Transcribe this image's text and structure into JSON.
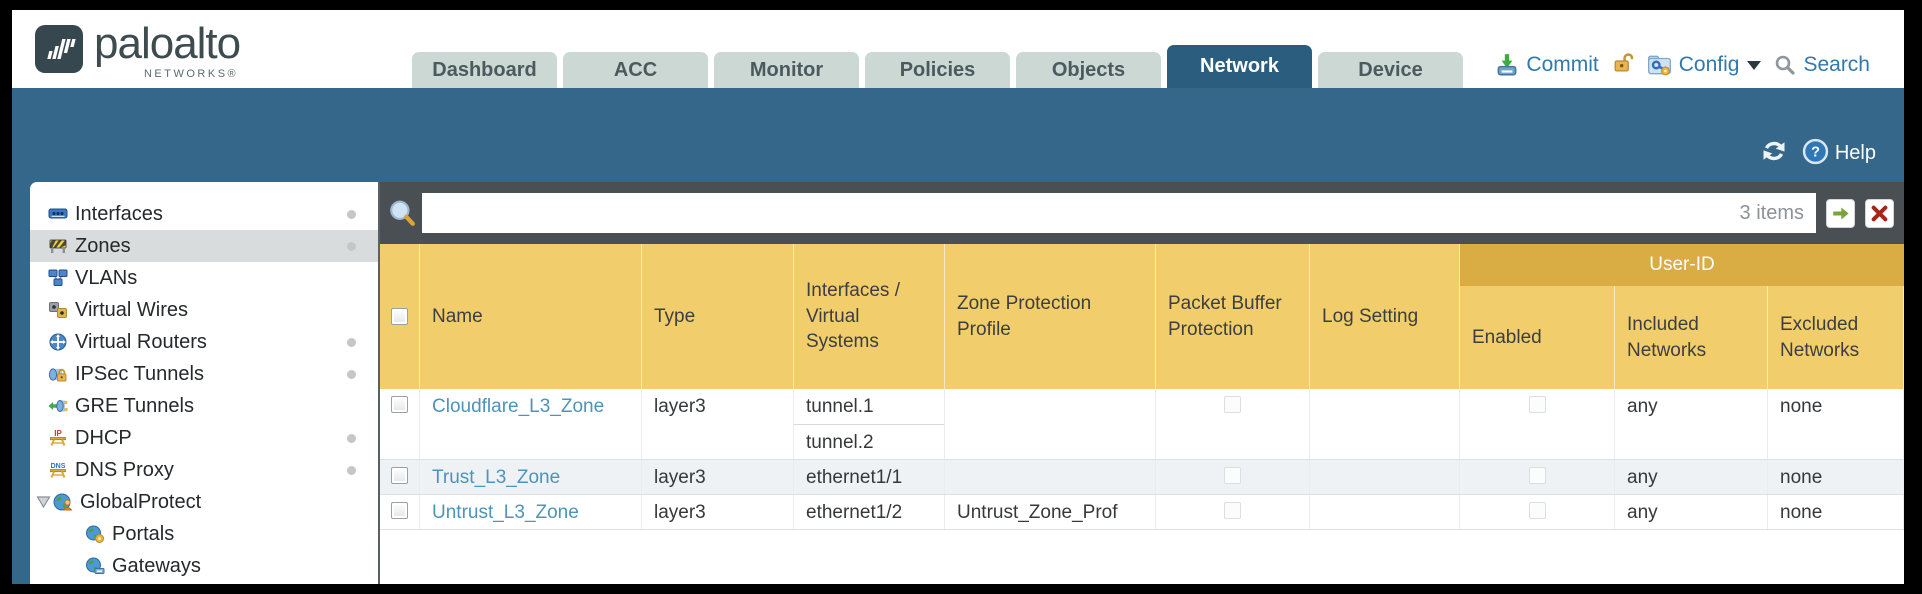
{
  "brand": {
    "name": "paloalto",
    "sub": "NETWORKS®"
  },
  "tabs": [
    {
      "label": "Dashboard"
    },
    {
      "label": "ACC"
    },
    {
      "label": "Monitor"
    },
    {
      "label": "Policies"
    },
    {
      "label": "Objects"
    },
    {
      "label": "Network",
      "active": true
    },
    {
      "label": "Device"
    }
  ],
  "header_actions": {
    "commit": "Commit",
    "config": "Config",
    "search": "Search"
  },
  "band": {
    "help": "Help"
  },
  "filter": {
    "value": "",
    "items_count": "3 items"
  },
  "sidebar": {
    "items": [
      {
        "label": "Interfaces",
        "icon": "interfaces-icon",
        "dot": true
      },
      {
        "label": "Zones",
        "icon": "zones-icon",
        "dot": true,
        "selected": true
      },
      {
        "label": "VLANs",
        "icon": "vlans-icon"
      },
      {
        "label": "Virtual Wires",
        "icon": "virtual-wires-icon"
      },
      {
        "label": "Virtual Routers",
        "icon": "virtual-routers-icon",
        "dot": true
      },
      {
        "label": "IPSec Tunnels",
        "icon": "ipsec-tunnels-icon",
        "dot": true
      },
      {
        "label": "GRE Tunnels",
        "icon": "gre-tunnels-icon"
      },
      {
        "label": "DHCP",
        "icon": "dhcp-icon",
        "dot": true
      },
      {
        "label": "DNS Proxy",
        "icon": "dns-proxy-icon",
        "dot": true
      },
      {
        "label": "GlobalProtect",
        "icon": "globalprotect-icon",
        "expanded": true
      },
      {
        "label": "Portals",
        "icon": "portals-icon",
        "indent": true
      },
      {
        "label": "Gateways",
        "icon": "gateways-icon",
        "indent": true
      }
    ]
  },
  "table": {
    "group_header": "User-ID",
    "columns": {
      "name": "Name",
      "type": "Type",
      "interfaces": "Interfaces / Virtual Systems",
      "zone_protection_profile": "Zone Protection Profile",
      "packet_buffer_protection": "Packet Buffer Protection",
      "log_setting": "Log Setting",
      "enabled": "Enabled",
      "included_networks": "Included Networks",
      "excluded_networks": "Excluded Networks"
    },
    "rows": [
      {
        "name": "Cloudflare_L3_Zone",
        "type": "layer3",
        "interfaces": [
          "tunnel.1",
          "tunnel.2"
        ],
        "zone_protection_profile": "",
        "packet_buffer_protection": false,
        "log_setting": "",
        "user_id_enabled": false,
        "included_networks": "any",
        "excluded_networks": "none"
      },
      {
        "name": "Trust_L3_Zone",
        "type": "layer3",
        "interfaces": [
          "ethernet1/1"
        ],
        "zone_protection_profile": "",
        "packet_buffer_protection": false,
        "log_setting": "",
        "user_id_enabled": false,
        "included_networks": "any",
        "excluded_networks": "none"
      },
      {
        "name": "Untrust_L3_Zone",
        "type": "layer3",
        "interfaces": [
          "ethernet1/2"
        ],
        "zone_protection_profile": "Untrust_Zone_Prof",
        "packet_buffer_protection": false,
        "log_setting": "",
        "user_id_enabled": false,
        "included_networks": "any",
        "excluded_networks": "none"
      }
    ]
  },
  "colors": {
    "teal_band": "#34678a",
    "active_tab": "#2b5e7e",
    "inactive_tab": "#ccd8d4",
    "filter_bar": "#4a4f53",
    "table_header_gold": "#f2cd6c",
    "user_id_band_gold": "#d9ac44",
    "action_link_blue": "#3079ad",
    "row_link_blue": "#4d93ba",
    "sidebar_selected": "#d8dcdd",
    "alt_row": "#eef2f5"
  }
}
